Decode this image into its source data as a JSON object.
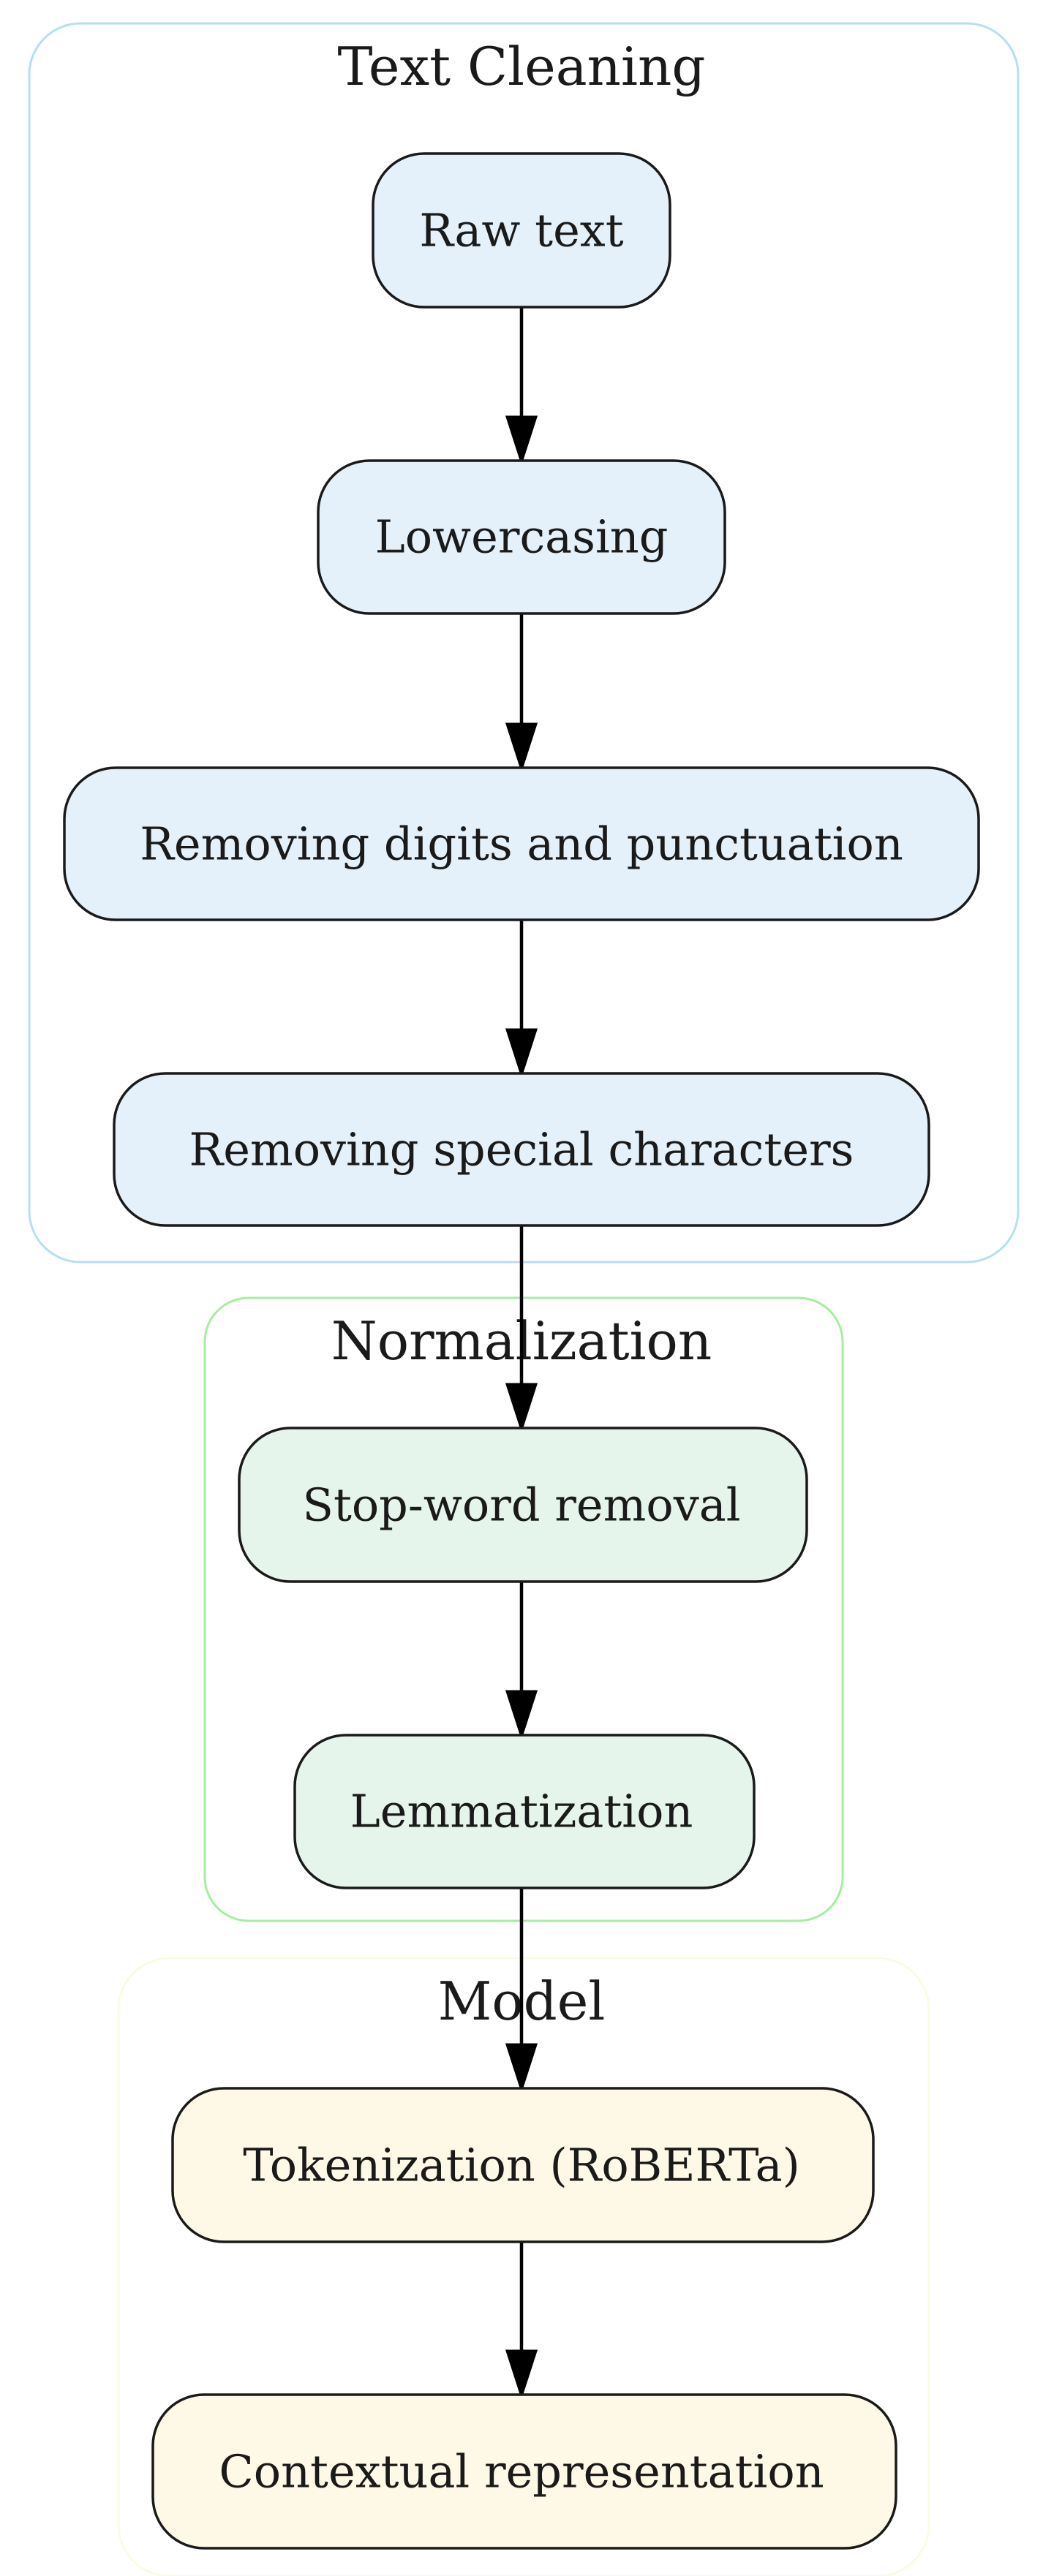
{
  "clusters": [
    {
      "title": "Text Cleaning",
      "stroke": "#b6dff0",
      "fill": "#e4f1fa"
    },
    {
      "title": "Normalization",
      "stroke": "#a4ee9d",
      "fill": "#e6f5ec"
    },
    {
      "title": "Model",
      "stroke": "#fbfbe2",
      "fill": "#fef8e6"
    }
  ],
  "nodes": {
    "raw_text": "Raw text",
    "lowercasing": "Lowercasing",
    "removing_digits": "Removing digits and punctuation",
    "removing_special": "Removing special characters",
    "stop_word": "Stop-word removal",
    "lemmatization": "Lemmatization",
    "tokenization": "Tokenization (RoBERTa)",
    "contextual": "Contextual representation"
  },
  "edges": [
    [
      "raw_text",
      "lowercasing"
    ],
    [
      "lowercasing",
      "removing_digits"
    ],
    [
      "removing_digits",
      "removing_special"
    ],
    [
      "removing_special",
      "stop_word"
    ],
    [
      "stop_word",
      "lemmatization"
    ],
    [
      "lemmatization",
      "tokenization"
    ],
    [
      "tokenization",
      "contextual"
    ]
  ]
}
